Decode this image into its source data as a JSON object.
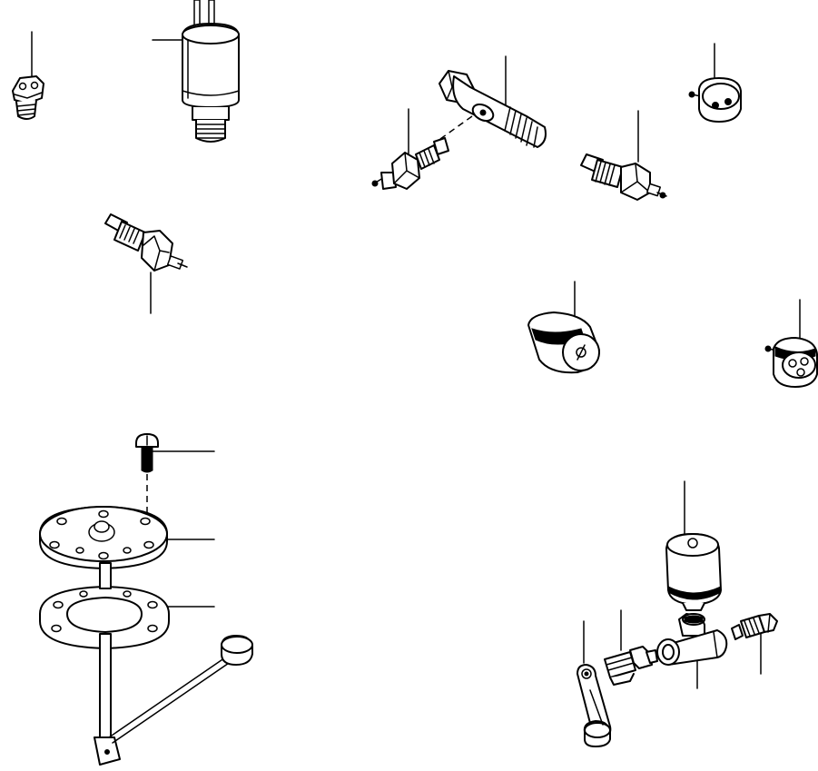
{
  "diagram": {
    "kind": "exploded parts illustration",
    "palette": {
      "ink": "#000000",
      "paper": "#ffffff"
    },
    "components": [
      "small-switch",
      "pressure-switch-with-leads",
      "temperature-sensor-left",
      "banjo-bolt-fitting",
      "sender-unit-left",
      "sender-unit-right",
      "two-pin-switch-top-right",
      "cylindrical-switch-center",
      "three-pin-switch-right",
      "screw",
      "sender-flange-plate",
      "flange-gasket",
      "float-arm-with-float",
      "tank-sender-cylinder",
      "tee-fitting",
      "adapter-fitting",
      "nipple-fitting",
      "linkage-arm"
    ]
  }
}
